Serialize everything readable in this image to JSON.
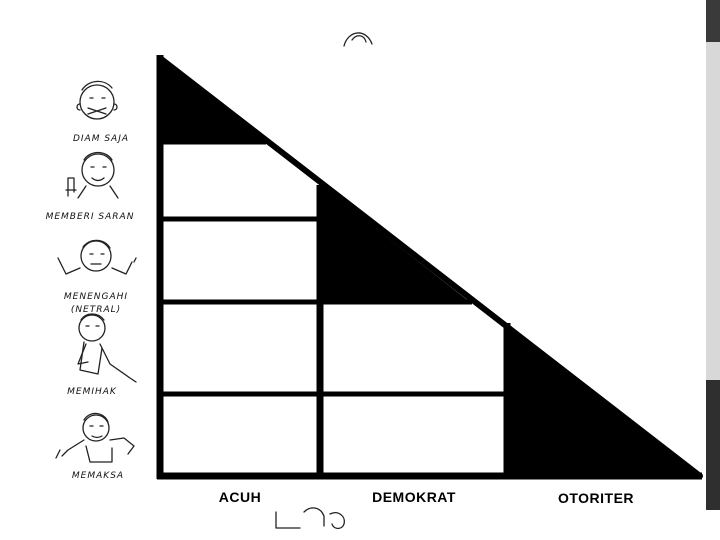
{
  "diagram": {
    "behaviors": [
      "DIAM SAJA",
      "MEMBERI SARAN",
      "MENENGAHI",
      "(NETRAL)",
      "MEMIHAK",
      "MEMAKSA"
    ],
    "styles": [
      "ACUH",
      "DEMOKRAT",
      "OTORITER"
    ]
  },
  "figures": {
    "icon_names": [
      "taped-mouth-face-icon",
      "pointing-finger-face-icon",
      "hands-up-face-icon",
      "hand-on-chin-figure-icon",
      "pointing-figure-icon"
    ]
  },
  "colors": {
    "fill": "#000000",
    "background": "#ffffff",
    "right_edge_bar": "#333333"
  }
}
